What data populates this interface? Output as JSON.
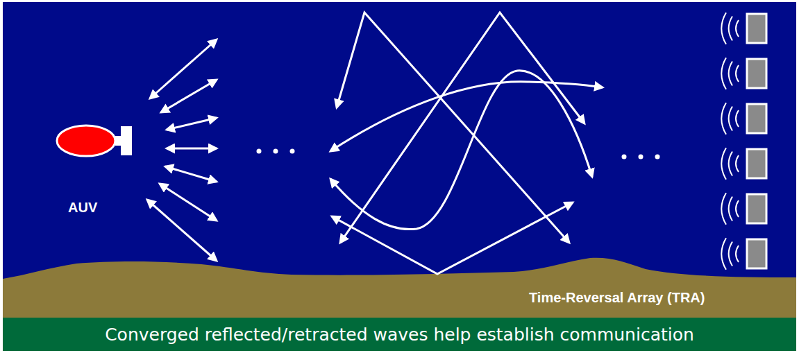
{
  "diagram": {
    "nodes": [
      {
        "text": [
          "Converged reflected/retracted waves help establish communication"
        ]
      }
    ],
    "labels": [
      "AUV",
      "Time-Reversal Array (TRA)"
    ]
  }
}
